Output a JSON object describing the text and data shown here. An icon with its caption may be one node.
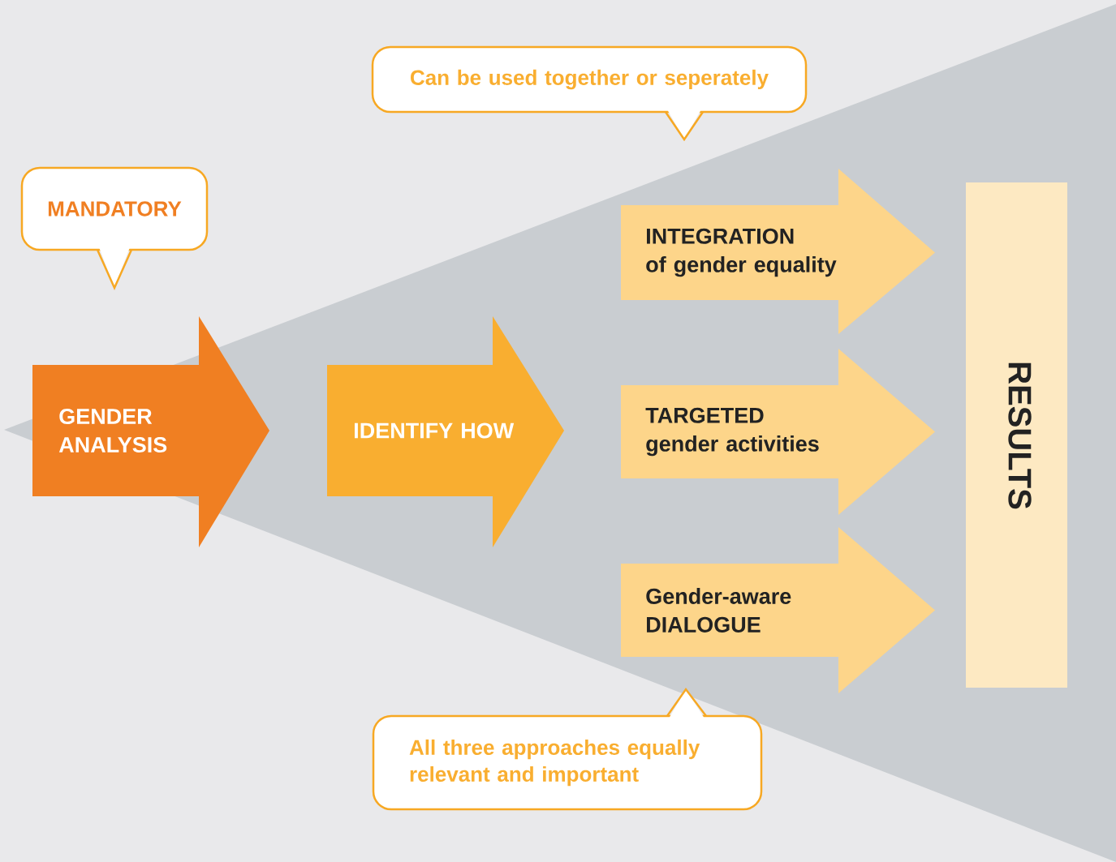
{
  "diagram": {
    "nodes": [
      {
        "text": [
          "MANDATORY"
        ]
      },
      {
        "text": [
          "Can be used together or seperately"
        ]
      },
      {
        "text": [
          "GENDER ANALYSIS"
        ]
      },
      {
        "text": [
          "IDENTIFY HOW"
        ]
      },
      {
        "text": [
          "INTEGRATION",
          "of gender equality"
        ]
      },
      {
        "text": [
          "TARGETED",
          "gender activities"
        ]
      },
      {
        "text": [
          "Gender-aware",
          "DIALOGUE"
        ]
      },
      {
        "text": [
          "RESULTS"
        ]
      },
      {
        "text": [
          "All three approaches equally relevant and important"
        ]
      }
    ]
  }
}
